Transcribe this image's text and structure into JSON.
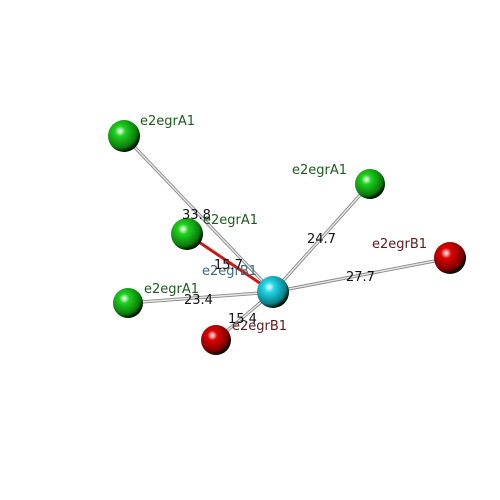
{
  "molecule_view": {
    "atoms": [
      {
        "id": "center",
        "label": "e2egrB1",
        "type": "cyan"
      },
      {
        "id": "a1",
        "label": "e2egrA1",
        "type": "green"
      },
      {
        "id": "a2",
        "label": "e2egrA1",
        "type": "green"
      },
      {
        "id": "a3",
        "label": "e2egrA1",
        "type": "green"
      },
      {
        "id": "a4",
        "label": "e2egrA1",
        "type": "green"
      },
      {
        "id": "b1",
        "label": "e2egrB1",
        "type": "red"
      },
      {
        "id": "b2",
        "label": "e2egrB1",
        "type": "red"
      }
    ],
    "bonds": [
      {
        "from": "center",
        "to": "a1",
        "distance": "33.8",
        "highlight": false
      },
      {
        "from": "center",
        "to": "a2",
        "distance": "15.7",
        "highlight": true
      },
      {
        "from": "center",
        "to": "a3",
        "distance": "24.7",
        "highlight": false
      },
      {
        "from": "center",
        "to": "a4",
        "distance": "23.4",
        "highlight": false
      },
      {
        "from": "center",
        "to": "b1",
        "distance": "27.7",
        "highlight": false
      },
      {
        "from": "center",
        "to": "b2",
        "distance": "15.4",
        "highlight": false
      }
    ],
    "colors": {
      "green": "#1fd11f",
      "red": "#e00000",
      "cyan": "#22d8e8",
      "label_green": "#1e5a1e",
      "label_red": "#5a1a1a",
      "label_cyan": "#3a6a7a",
      "bond": "#b8b8b8",
      "bond_highlight": "#c81818"
    }
  }
}
